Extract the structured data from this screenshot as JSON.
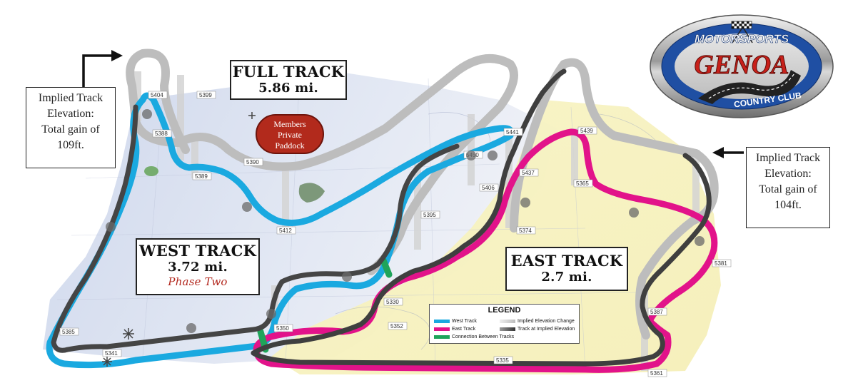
{
  "labels": {
    "full_track": {
      "title": "FULL TRACK",
      "distance": "5.86 mi."
    },
    "west_track": {
      "title": "WEST TRACK",
      "distance": "3.72 mi.",
      "phase": "Phase Two"
    },
    "east_track": {
      "title": "EAST TRACK",
      "distance": "2.7 mi."
    }
  },
  "elevation_left": {
    "lines": [
      "Implied Track",
      "Elevation:",
      "Total gain of",
      "109ft."
    ]
  },
  "elevation_right": {
    "lines": [
      "Implied Track",
      "Elevation:",
      "Total gain of",
      "104ft."
    ]
  },
  "paddock": {
    "lines": [
      "Members",
      "Private",
      "Paddock"
    ]
  },
  "logo": {
    "top_text": "MOTORSPORTS",
    "main_text": "GENOA",
    "bottom_text": "COUNTRY CLUB"
  },
  "legend": {
    "title": "LEGEND",
    "items": [
      {
        "label": "West Track",
        "color": "#1aa9e0"
      },
      {
        "label": "East Track",
        "color": "#e2138a"
      },
      {
        "label": "Connection Between Tracks",
        "color": "#1fa45a"
      },
      {
        "label": "Implied Elevation Change",
        "color": "#c8c8c8"
      },
      {
        "label": "Track at Implied Elevation",
        "color": "#555555"
      }
    ]
  },
  "elevation_markers": [
    "5404",
    "5399",
    "5388",
    "5389",
    "5390",
    "5412",
    "5441",
    "5439",
    "5437",
    "5406",
    "5450",
    "5395",
    "5374",
    "5350",
    "5352",
    "5330",
    "5335",
    "5361",
    "5387",
    "5385",
    "5381",
    "5365",
    "5341"
  ],
  "colors": {
    "west_track": "#1aa9e0",
    "east_track": "#e2138a",
    "connection": "#1fa45a",
    "implied_elevation": "#c8c8c8",
    "track_at_elevation": "#454545",
    "paddock": "#b22a1c",
    "logo_red": "#c8201a",
    "logo_blue": "#1f4fa3"
  },
  "icons": [
    "checkered-flags-icon",
    "arrow-left-icon",
    "arrow-right-icon"
  ]
}
